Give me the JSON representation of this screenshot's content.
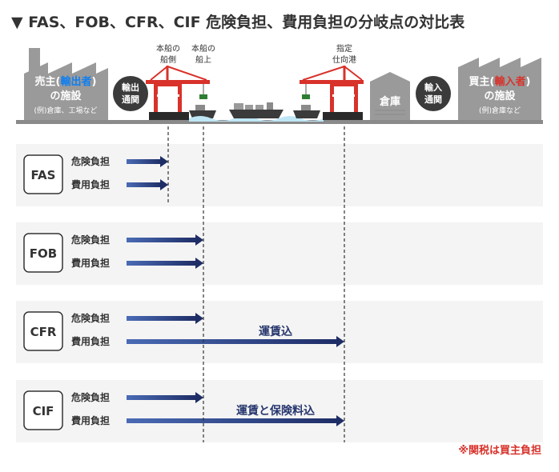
{
  "title": "▼ FAS、FOB、CFR、CIF 危険負担、費用負担の分岐点の対比表",
  "colors": {
    "accent": "#0f7ff0",
    "arrow": "#27376e",
    "grey_building": "#9a9a9a",
    "dark_badge": "#3b3b3b",
    "note_red": "#d8322b",
    "row_bg": "#f4f4f4"
  },
  "header": {
    "seller": {
      "prefix": "売主(",
      "highlight": "輸出者",
      "suffix": ")",
      "line2": "の施設",
      "line3": "(例)倉庫、工場など"
    },
    "export_customs": [
      "輸出",
      "通関"
    ],
    "ship_side_label": [
      "本船の",
      "船側"
    ],
    "on_board_label": [
      "本船の",
      "船上"
    ],
    "dest_port_label": [
      "指定",
      "仕向港"
    ],
    "warehouse": "倉庫",
    "import_customs": [
      "輸入",
      "通関"
    ],
    "buyer": {
      "prefix": "買主(",
      "highlight": "輸入者",
      "suffix": ")",
      "line2": "の施設",
      "line3": "(例)倉庫など"
    }
  },
  "rows": [
    {
      "term": "FAS",
      "risk_label": "危険負担",
      "cost_label": "費用負担",
      "risk_end": "ship_side",
      "cost_end": "ship_side",
      "cost_note": ""
    },
    {
      "term": "FOB",
      "risk_label": "危険負担",
      "cost_label": "費用負担",
      "risk_end": "on_board",
      "cost_end": "on_board",
      "cost_note": ""
    },
    {
      "term": "CFR",
      "risk_label": "危険負担",
      "cost_label": "費用負担",
      "risk_end": "on_board",
      "cost_end": "dest_port",
      "cost_note": "運賃込"
    },
    {
      "term": "CIF",
      "risk_label": "危険負担",
      "cost_label": "費用負担",
      "risk_end": "on_board",
      "cost_end": "dest_port",
      "cost_note": "運賃と保険料込"
    }
  ],
  "footnote": "※関税は買主負担"
}
